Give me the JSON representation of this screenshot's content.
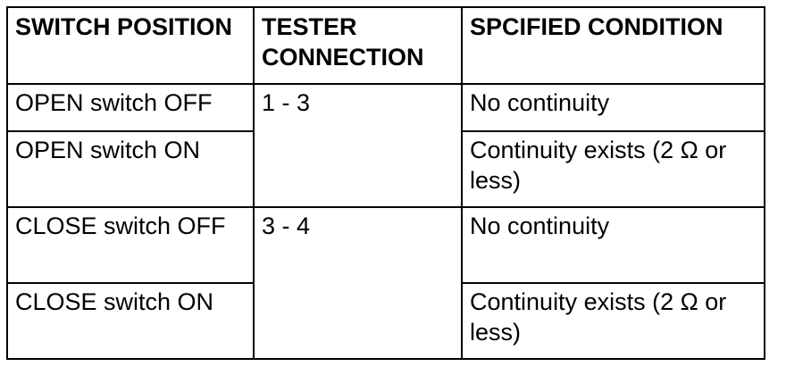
{
  "table": {
    "headers": {
      "switch_position": "SWITCH POSITION",
      "tester_connection": "TESTER CONNECTION",
      "specified_condition": "SPCIFIED CONDITION"
    },
    "rows": [
      {
        "switch_position": "OPEN switch OFF",
        "tester_connection": "1 - 3",
        "specified_condition": "No continuity"
      },
      {
        "switch_position": "OPEN switch ON",
        "specified_condition": "Continuity exists (2 Ω or less)"
      },
      {
        "switch_position": "CLOSE switch OFF",
        "tester_connection": "3 - 4",
        "specified_condition": "No continuity"
      },
      {
        "switch_position": "CLOSE switch ON",
        "specified_condition": "Continuity exists (2 Ω or less)"
      }
    ]
  }
}
